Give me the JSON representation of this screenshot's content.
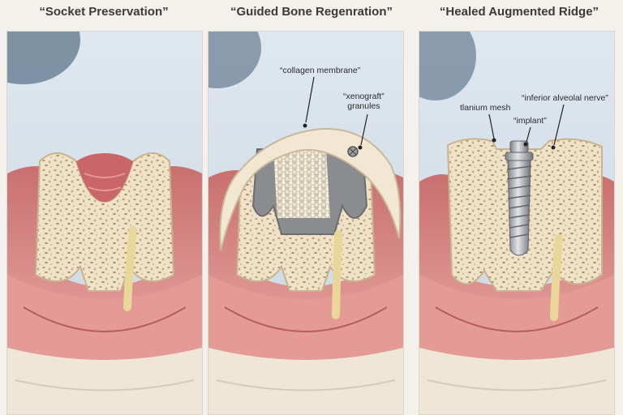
{
  "titles": [
    "“Socket Preservation”",
    "“Guided Bone Regenration”",
    "“Healed Augmented Ridge”"
  ],
  "labels": {
    "collagen_membrane": "“collagen membrane”",
    "xenograft_line1": "“xenograft”",
    "xenograft_line2": "granules",
    "titanium_mesh": "tlanium mesh",
    "implant": "“implant”",
    "inferior_alveolar_nerve": "“inferior alveolal nerve”"
  },
  "colors": {
    "bone": "#efe2c6",
    "bone_pores": "#b89a78",
    "gum": "#d98c8a",
    "gum_dark": "#b85e60",
    "nerve": "#e9d79a",
    "membrane": "#f1e7d2",
    "mesh": "#8a8c90",
    "graft": "#f4efe0",
    "implant": "#a9adb3",
    "tooth_base": "#efe6d8",
    "background": "#d7e2ec"
  }
}
